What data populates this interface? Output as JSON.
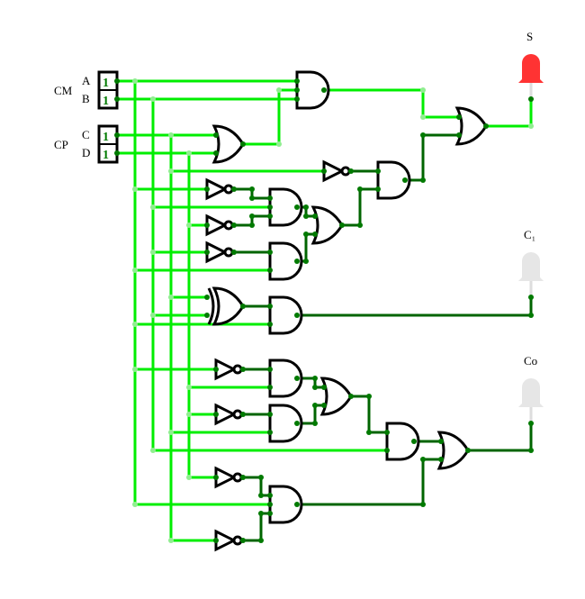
{
  "circuit": {
    "groups": [
      {
        "label": "CM",
        "inputs": [
          {
            "name": "A",
            "value": "1"
          },
          {
            "name": "B",
            "value": "1"
          }
        ]
      },
      {
        "label": "CP",
        "inputs": [
          {
            "name": "C",
            "value": "1"
          },
          {
            "name": "D",
            "value": "1"
          }
        ]
      }
    ],
    "outputs": [
      {
        "label": "S",
        "state": "on",
        "color": "#ff3333"
      },
      {
        "label": "C₁",
        "state": "off",
        "color": "#e6e6e6"
      },
      {
        "label": "Co",
        "state": "off",
        "color": "#e6e6e6"
      }
    ],
    "colors": {
      "wire_high": "#00ee00",
      "wire_low": "#006400",
      "pin": "#007a00",
      "joint": "#90ee90",
      "led_on": "#ff3333",
      "led_off": "#e6e6e6"
    },
    "gate_types": [
      "AND",
      "OR",
      "NOT",
      "XOR"
    ]
  }
}
